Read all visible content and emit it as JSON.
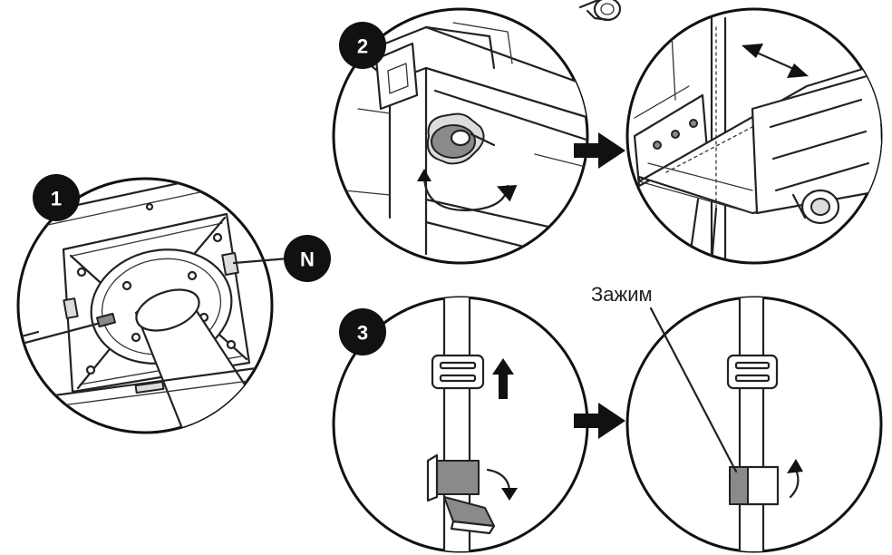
{
  "steps": [
    {
      "id": "1",
      "label": "1"
    },
    {
      "id": "2",
      "label": "2"
    },
    {
      "id": "3",
      "label": "3"
    }
  ],
  "callouts": {
    "part_n": "N",
    "clamp": "Зажим"
  }
}
